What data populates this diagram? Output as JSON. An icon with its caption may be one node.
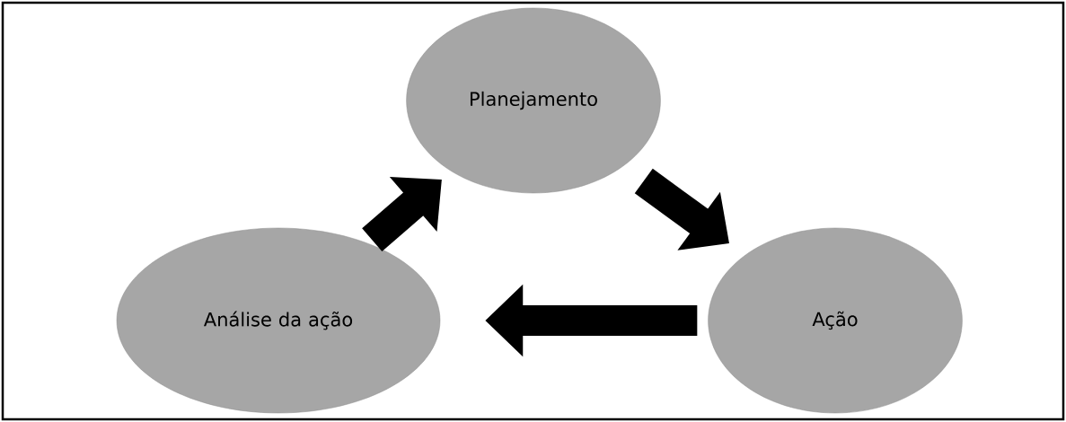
{
  "diagram": {
    "nodes": [
      {
        "text": [
          "Planejamento"
        ]
      },
      {
        "text": [
          "Ação"
        ]
      },
      {
        "text": [
          "Análise da ação"
        ]
      }
    ],
    "edges": [
      {
        "from": 0,
        "to": 1,
        "arrow": "to"
      },
      {
        "from": 1,
        "to": 2,
        "arrow": "to"
      },
      {
        "from": 2,
        "to": 0,
        "arrow": "to"
      }
    ]
  }
}
